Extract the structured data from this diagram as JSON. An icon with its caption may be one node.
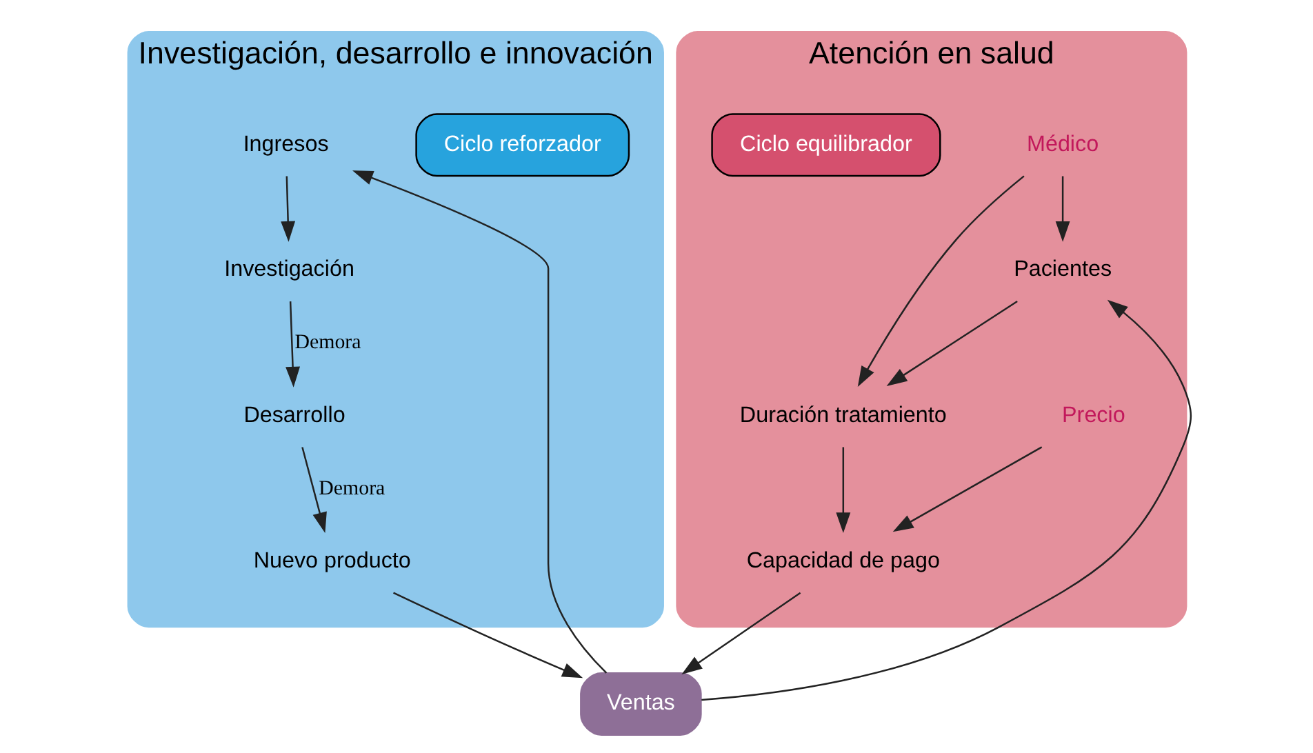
{
  "diagram": {
    "nodes": [
      {
        "text": [
          "Investigación, desarrollo e innovación"
        ]
      },
      {
        "text": [
          "Nuevo producto"
        ],
        "in": 0
      },
      {
        "text": [
          "Desarrollo"
        ],
        "in": 0
      },
      {
        "text": [
          "Ciclo reforzador"
        ],
        "in": 0
      },
      {
        "text": [
          "Investigación"
        ],
        "in": 0
      },
      {
        "text": [
          "Ingresos"
        ],
        "in": 0
      },
      {
        "text": [
          "Ventas"
        ]
      },
      {
        "text": [
          "Atención en salud"
        ]
      },
      {
        "text": [
          "Médico"
        ],
        "in": 7
      },
      {
        "text": [
          "Pacientes"
        ],
        "in": 7
      },
      {
        "text": [
          "Ciclo equilibrador"
        ],
        "in": 7
      },
      {
        "text": [
          "Duración tratamiento"
        ],
        "in": 7
      },
      {
        "text": [
          "Precio"
        ],
        "in": 7
      },
      {
        "text": [
          "Capacidad de pago"
        ],
        "in": 7
      }
    ],
    "edges": [
      {
        "from": 2,
        "to": 1,
        "arrow": "to",
        "label": "Demora"
      },
      {
        "from": 1,
        "to": 6,
        "arrow": "to"
      },
      {
        "from": 6,
        "to": 5,
        "arrow": "to"
      },
      {
        "from": 5,
        "to": 4,
        "arrow": "to"
      },
      {
        "from": 4,
        "to": 2,
        "arrow": "to",
        "label": "Demora"
      },
      {
        "from": 6,
        "to": 9,
        "arrow": "to"
      },
      {
        "from": 8,
        "to": 9,
        "arrow": "to"
      },
      {
        "from": 8,
        "to": 11,
        "arrow": "to"
      },
      {
        "from": 9,
        "to": 11,
        "arrow": "to"
      },
      {
        "from": 11,
        "to": 13,
        "arrow": "to"
      },
      {
        "from": 12,
        "to": 13,
        "arrow": "to"
      },
      {
        "from": 13,
        "to": 6,
        "arrow": "to"
      }
    ]
  }
}
